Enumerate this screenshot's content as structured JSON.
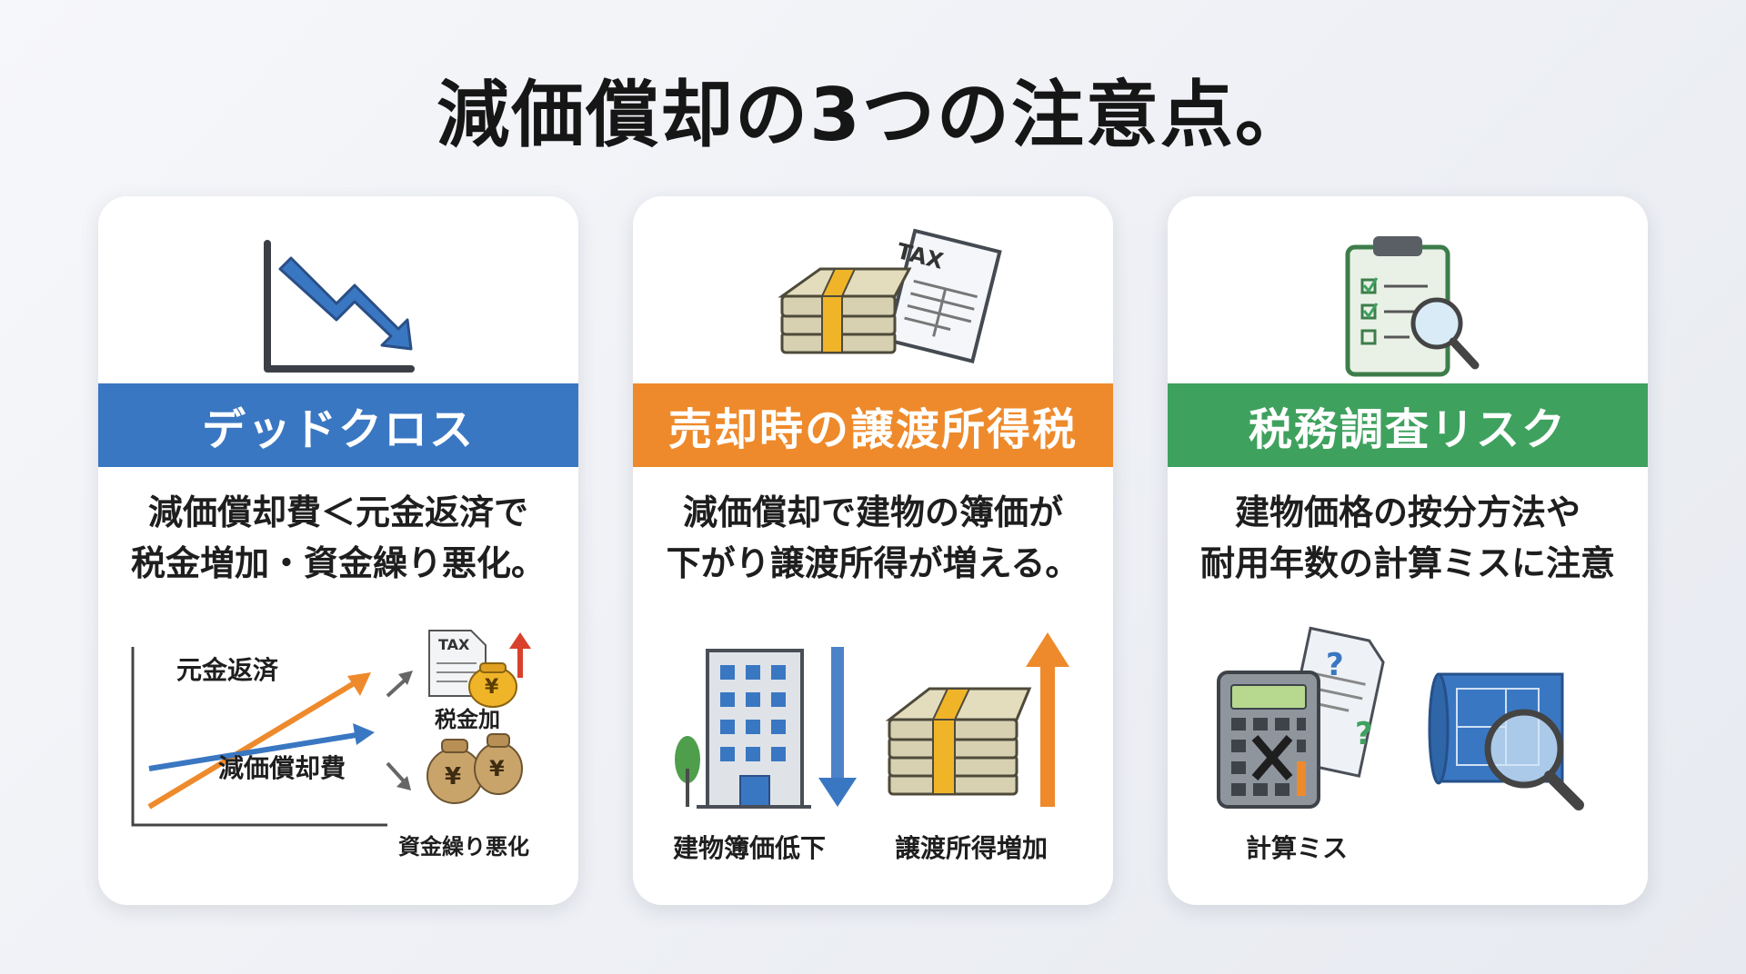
{
  "title": "減価償却の3つの注意点。",
  "colors": {
    "blue": "#3a77c2",
    "orange": "#ee8a2b",
    "green": "#3fa15e",
    "background": "#f2f4f7",
    "card": "#ffffff"
  },
  "cards": [
    {
      "icon": "declining-chart-icon",
      "heading": "デッドクロス",
      "desc": [
        "減価償却費＜元金返済で",
        "税金増加・資金繰り悪化。"
      ],
      "illustration": {
        "line_upper": "元金返済",
        "line_lower": "減価償却費",
        "tax_result": "税金加",
        "cash_result": "資金繰り悪化",
        "tax_doc": "TAX",
        "yen": "¥"
      }
    },
    {
      "icon": "money-and-tax-document-icon",
      "heading": "売却時の譲渡所得税",
      "desc": [
        "減価償却で建物の簿価が",
        "下がり譲渡所得が増える。"
      ],
      "illustration": {
        "tax_doc": "TAX",
        "building_label": "建物簿価低下",
        "gain_label": "譲渡所得増加"
      }
    },
    {
      "icon": "checklist-magnifier-icon",
      "heading": "税務調査リスク",
      "desc": [
        "建物価格の按分方法や",
        "耐用年数の計算ミスに注意"
      ],
      "illustration": {
        "calc_label": "計算ミス",
        "question": "?"
      }
    }
  ]
}
